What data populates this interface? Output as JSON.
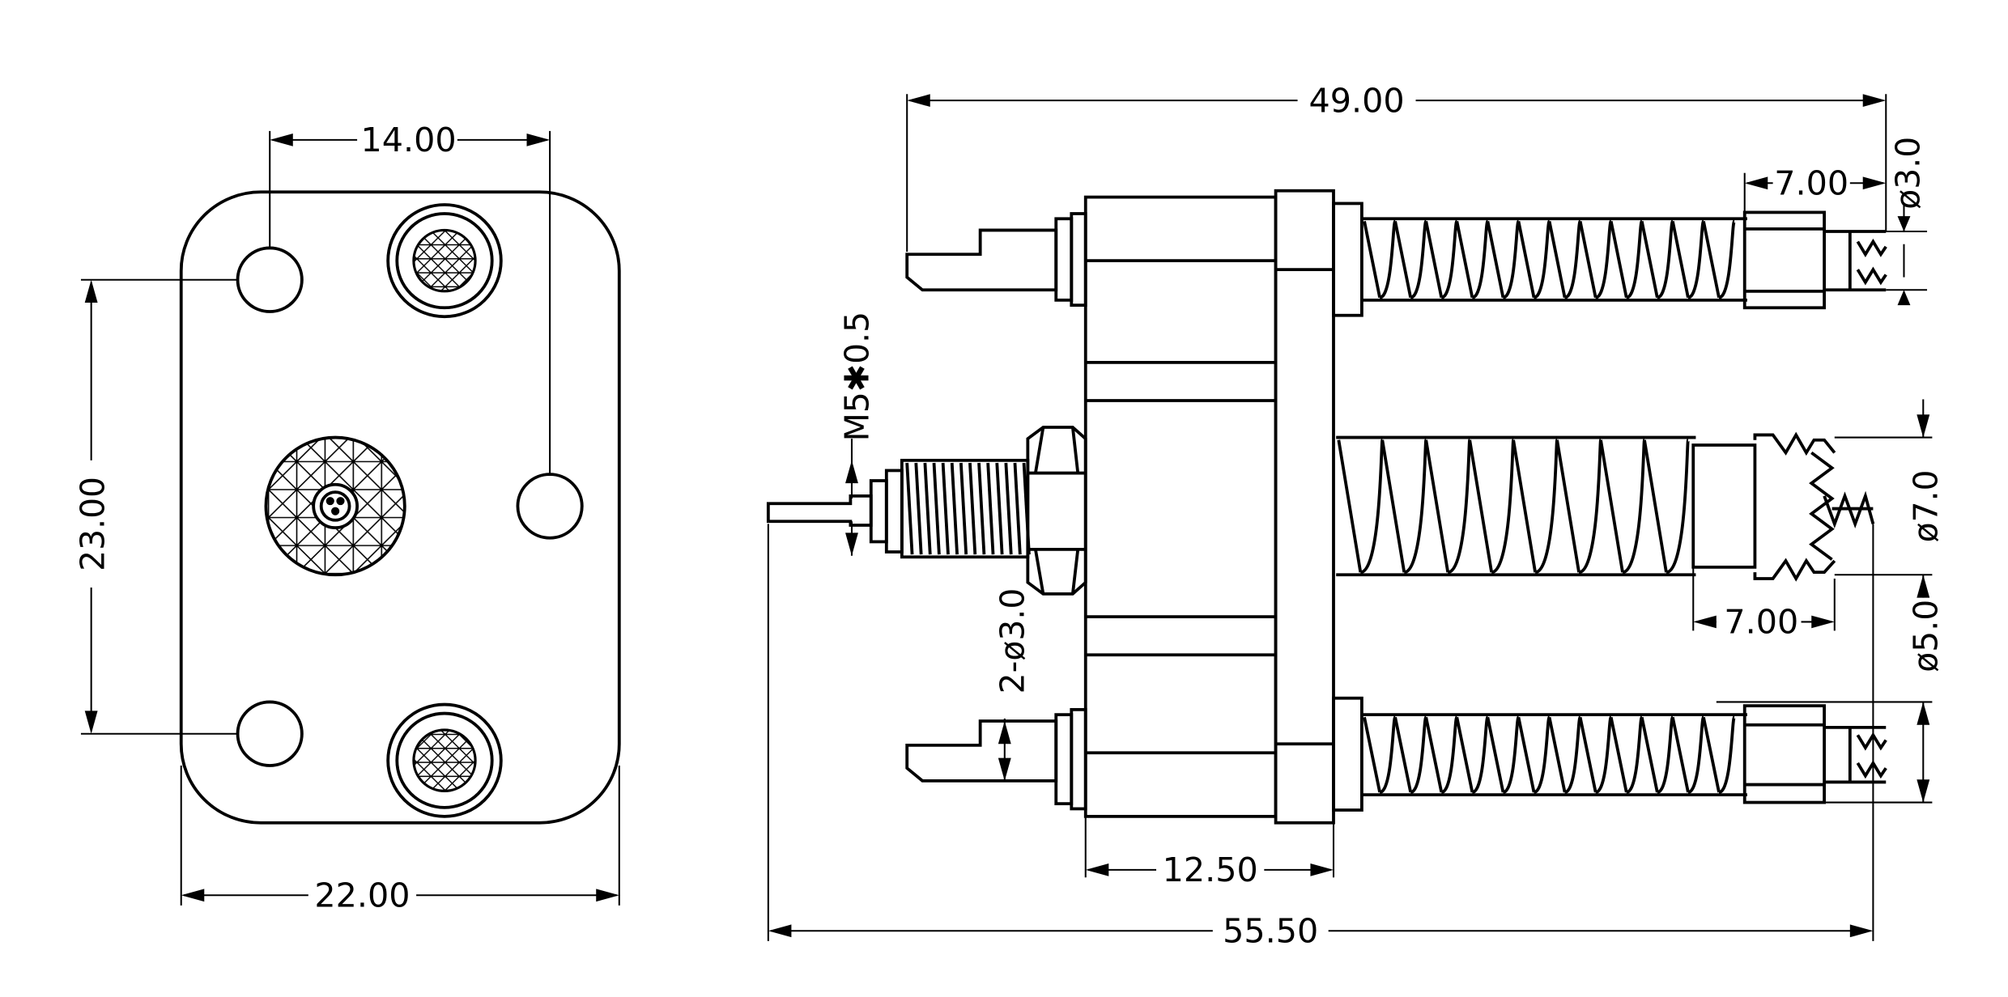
{
  "dimensions": {
    "width_top_holes": "14.00",
    "height_holes": "23.00",
    "width_plate": "22.00",
    "overall_top": "49.00",
    "tip_length_top": "7.00",
    "tip_diameter_top": "ø3.0",
    "thread": "M5✱0.5",
    "hole_diameter": "2-ø3.0",
    "crown_diameter": "ø7.0",
    "crown_length": "7.00",
    "tip_diameter_bottom": "ø5.0",
    "body_length": "12.50",
    "overall_length": "55.50"
  }
}
